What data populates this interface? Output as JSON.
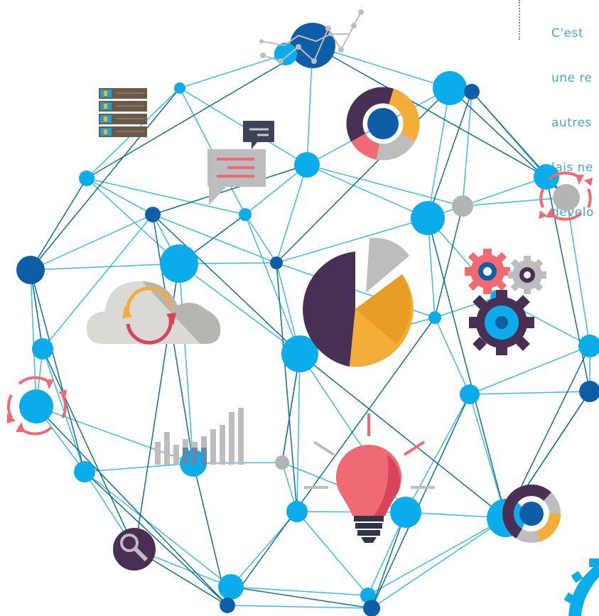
{
  "text_fragment": {
    "lines": [
      "C'est",
      "une re",
      "autres",
      "lais ne",
      "dévelo"
    ]
  },
  "colors": {
    "line_light": "#3fb9e8",
    "line_dark": "#136e8f",
    "node_light": "#0aacea",
    "node_dark": "#0d5ea6",
    "node_grey": "#b4b4b6",
    "plum": "#4a2f55",
    "orange": "#f5ad3a",
    "coral": "#ef6a73",
    "grey_panel": "#bdbdbf"
  },
  "icons": [
    "server-rack-icon",
    "line-chart-icon",
    "donut-chart-icon",
    "chat-bubble-icon",
    "cloud-sync-icon",
    "pie-chart-icon",
    "refresh-icon",
    "gear-icon",
    "bar-chart-icon",
    "lightbulb-icon",
    "magnifier-icon"
  ]
}
